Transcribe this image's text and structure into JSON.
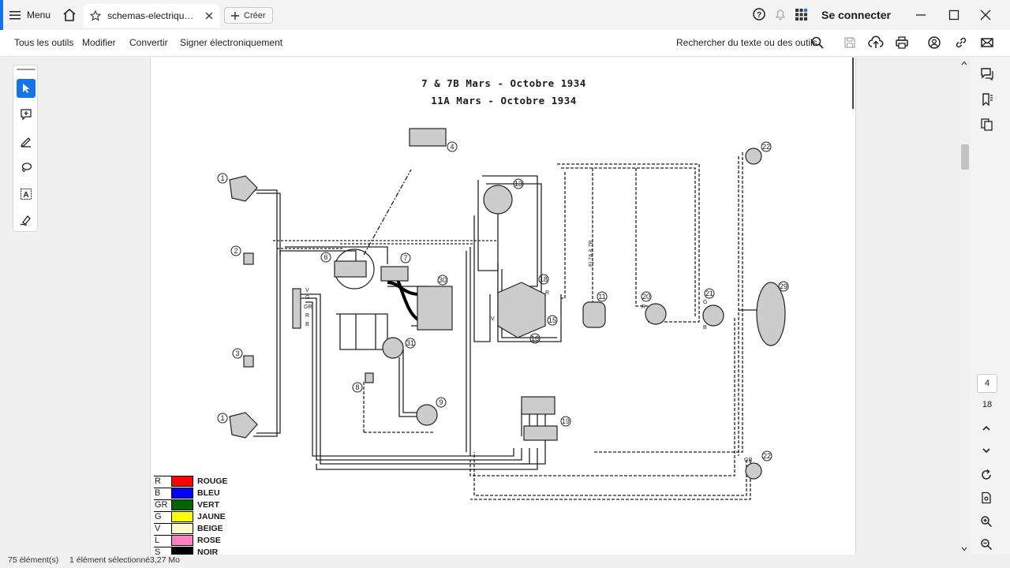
{
  "titlebar": {
    "menu_label": "Menu",
    "tab_title": "schemas-electriques-...",
    "create_label": "Créer",
    "signin_label": "Se connecter"
  },
  "toolbar": {
    "all_tools": "Tous les outils",
    "edit": "Modifier",
    "convert": "Convertir",
    "esign": "Signer électroniquement",
    "search_text": "Rechercher du texte ou des outils"
  },
  "document": {
    "title_line_1": "7 & 7B Mars - Octobre 1934",
    "title_line_2": "11A Mars - Octobre 1934",
    "vertical_label": "Ej 7A & 7B",
    "component_numbers": [
      "1",
      "2",
      "3",
      "1",
      "4",
      "6",
      "7",
      "30",
      "13",
      "18",
      "15",
      "16",
      "31",
      "8",
      "9",
      "11",
      "20",
      "21",
      "22",
      "29",
      "19",
      "22"
    ],
    "connector_letters": [
      "V",
      "G",
      "GR",
      "R",
      "B",
      "V",
      "R",
      "R",
      "G",
      "B",
      "GR"
    ]
  },
  "legend": [
    {
      "code": "R",
      "name": "ROUGE",
      "color": "#ff0000"
    },
    {
      "code": "B",
      "name": "BLEU",
      "color": "#0000ff"
    },
    {
      "code": "GR",
      "name": "VERT",
      "color": "#006400"
    },
    {
      "code": "G",
      "name": "JAUNE",
      "color": "#ffff00"
    },
    {
      "code": "V",
      "name": "BEIGE",
      "color": "#fffacd"
    },
    {
      "code": "L",
      "name": "ROSE",
      "color": "#ff80c0"
    },
    {
      "code": "S",
      "name": "NOIR",
      "color": "#000000"
    }
  ],
  "pagination": {
    "current_page": "4",
    "total_pages": "18"
  },
  "statusbar": {
    "items_count": "75 élément(s)",
    "selection": "1 élément sélectionné",
    "size": "3,27 Mo"
  },
  "colors": {
    "accent": "#1473e6",
    "page_bg": "#ffffff",
    "chrome_bg": "#f3f3f3"
  }
}
